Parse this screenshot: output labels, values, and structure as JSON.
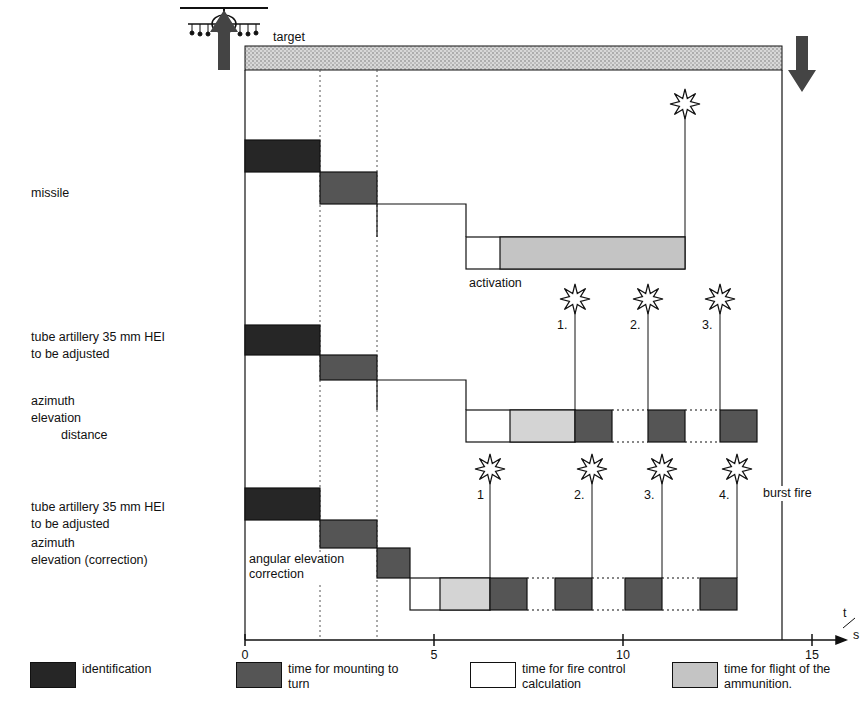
{
  "diagram": {
    "labels": [
      "target",
      "missile",
      "activation",
      "1.",
      "2.",
      "3.",
      "tube artillery 35 mm HEI",
      "to be adjusted",
      "azimuth",
      "elevation",
      "distance",
      "tube artillery 35 mm HEI",
      "to be adjusted",
      "azimuth",
      "elevation (correction)",
      "angular elevation correction",
      "1",
      "2.",
      "3.",
      "4.",
      "burst fire",
      "0",
      "5",
      "10",
      "15",
      "t",
      "s"
    ],
    "legend": [
      {
        "text": "identification",
        "color": "#262626"
      },
      {
        "text": "time for mounting to turn",
        "color": "#555555"
      },
      {
        "text": "time for fire control calculation",
        "color": "#ffffff"
      },
      {
        "text": "time for flight of the ammunition.",
        "color": "#c4c4c4"
      }
    ]
  }
}
